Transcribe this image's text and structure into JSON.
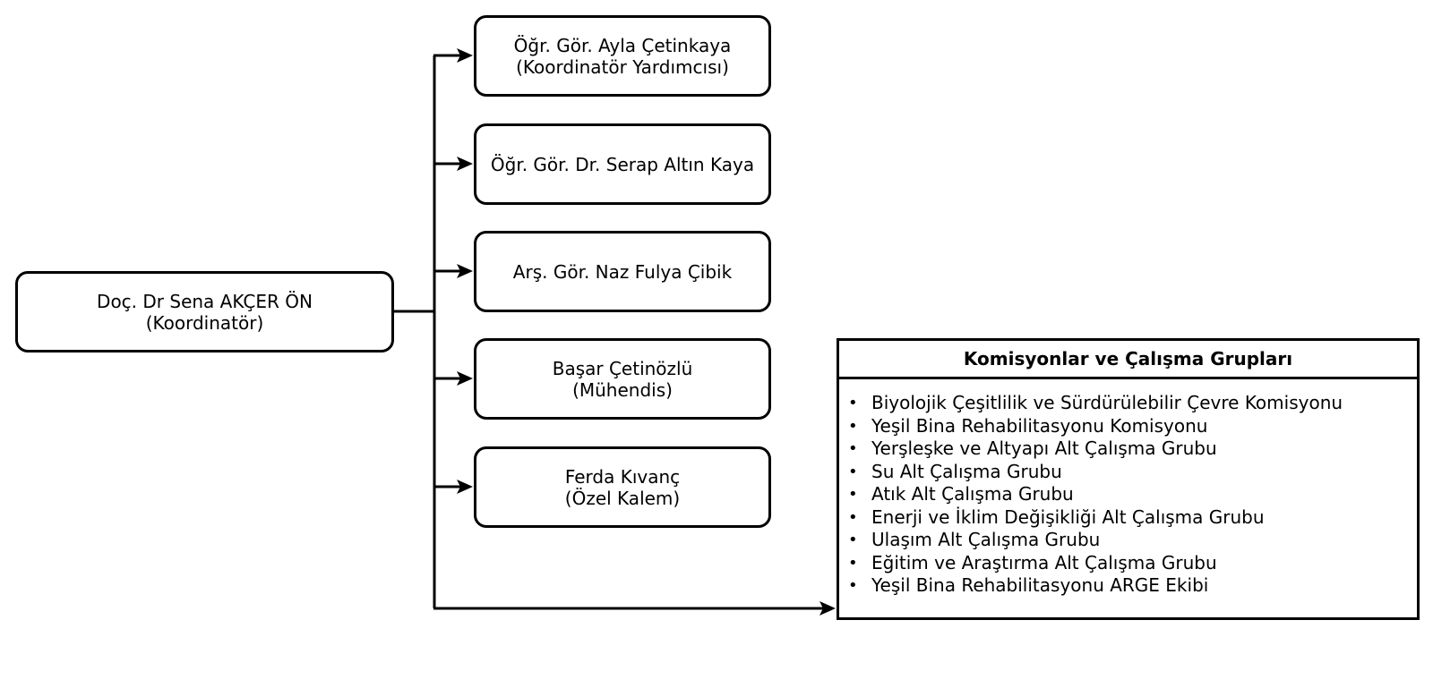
{
  "coordinator": {
    "name": "Doç. Dr Sena AKÇER ÖN",
    "role": "(Koordinatör)"
  },
  "members": [
    {
      "name": "Öğr. Gör. Ayla Çetinkaya",
      "role": "(Koordinatör Yardımcısı)"
    },
    {
      "name": "Öğr. Gör. Dr. Serap Altın Kaya",
      "role": ""
    },
    {
      "name": "Arş. Gör. Naz Fulya Çibik",
      "role": ""
    },
    {
      "name": "Başar Çetinözlü",
      "role": "(Mühendis)"
    },
    {
      "name": "Ferda Kıvanç",
      "role": "(Özel Kalem)"
    }
  ],
  "commissions": {
    "title": "Komisyonlar ve Çalışma Grupları",
    "bullet": "•",
    "items": [
      "Biyolojik Çeşitlilik ve Sürdürülebilir Çevre Komisyonu",
      "Yeşil Bina Rehabilitasyonu Komisyonu",
      "Yerşleşke ve Altyapı Alt Çalışma Grubu",
      "Su Alt Çalışma Grubu",
      "Atık Alt Çalışma Grubu",
      "Enerji ve İklim Değişikliği Alt Çalışma Grubu",
      "Ulaşım Alt Çalışma Grubu",
      "Eğitim ve Araştırma Alt Çalışma Grubu",
      "Yeşil Bina Rehabilitasyonu ARGE Ekibi"
    ]
  },
  "colors": {
    "stroke": "#000000",
    "background": "#ffffff"
  }
}
